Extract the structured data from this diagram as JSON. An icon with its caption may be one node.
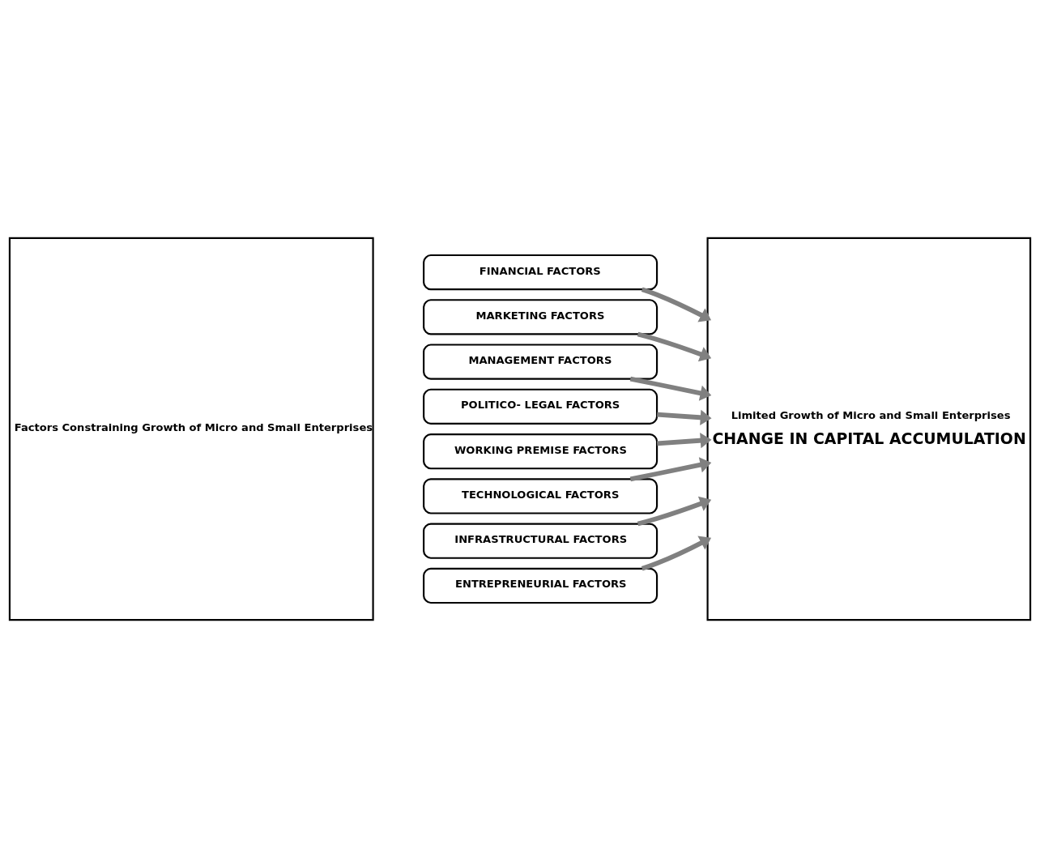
{
  "diagram": {
    "nodes": [
      {
        "text": [
          "Factors Constraining Growth of Micro and Small Enterprises"
        ]
      },
      {
        "text": [
          "FINANCIAL FACTORS"
        ]
      },
      {
        "text": [
          "MARKETING FACTORS"
        ]
      },
      {
        "text": [
          "MANAGEMENT FACTORS"
        ]
      },
      {
        "text": [
          "POLITICO- LEGAL FACTORS"
        ]
      },
      {
        "text": [
          "WORKING PREMISE FACTORS"
        ]
      },
      {
        "text": [
          "TECHNOLOGICAL FACTORS"
        ]
      },
      {
        "text": [
          "INFRASTRUCTURAL FACTORS"
        ]
      },
      {
        "text": [
          "ENTREPRENEURIAL FACTORS"
        ]
      },
      {
        "text": [
          "Limited Growth of Micro and Small Enterprises",
          "CHANGE IN CAPITAL ACCUMULATION"
        ]
      }
    ],
    "edges": [
      {
        "from": 1,
        "to": 9,
        "arrow": "to"
      },
      {
        "from": 2,
        "to": 9,
        "arrow": "to"
      },
      {
        "from": 3,
        "to": 9,
        "arrow": "to"
      },
      {
        "from": 4,
        "to": 9,
        "arrow": "to"
      },
      {
        "from": 5,
        "to": 9,
        "arrow": "to"
      },
      {
        "from": 6,
        "to": 9,
        "arrow": "to"
      },
      {
        "from": 7,
        "to": 9,
        "arrow": "to"
      },
      {
        "from": 8,
        "to": 9,
        "arrow": "to"
      }
    ]
  }
}
